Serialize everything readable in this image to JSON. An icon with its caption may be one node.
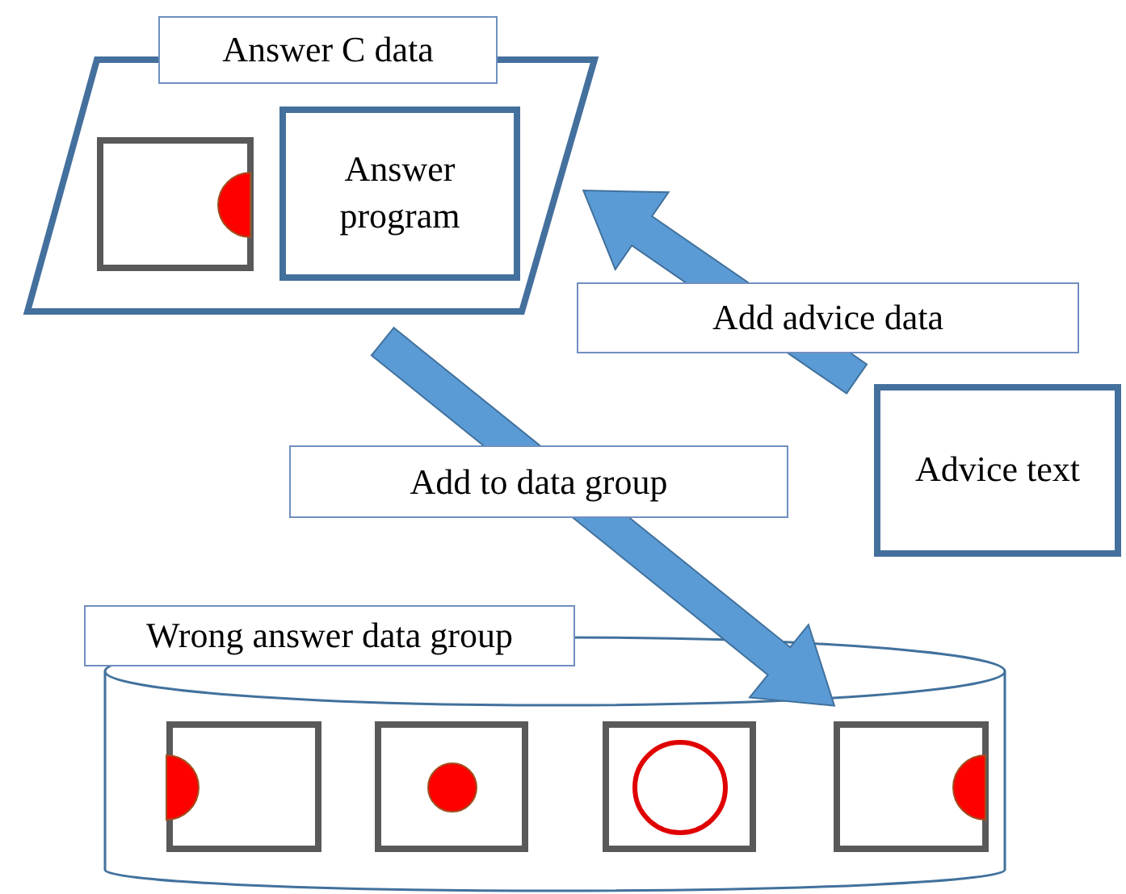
{
  "diagram": {
    "nodes": [
      {
        "text": [
          "Answer C data"
        ]
      },
      {
        "text": [],
        "shape": "box",
        "in": 0
      },
      {
        "text": [
          "Answer program"
        ],
        "in": 0
      },
      {
        "text": [
          "Advice text"
        ]
      },
      {
        "text": [
          "Wrong answer data group"
        ]
      },
      {
        "text": [],
        "shape": "box",
        "in": 4
      },
      {
        "text": [],
        "shape": "box",
        "in": 4
      },
      {
        "text": [],
        "shape": "box",
        "in": 4
      },
      {
        "text": [],
        "shape": "box",
        "in": 4
      }
    ],
    "edges": [
      {
        "from": 3,
        "to": 0,
        "arrow": "to",
        "label": "Add advice data",
        "style": "thick"
      },
      {
        "from": 0,
        "to": 4,
        "arrow": "to",
        "label": "Add to data group",
        "style": "thick"
      }
    ]
  }
}
